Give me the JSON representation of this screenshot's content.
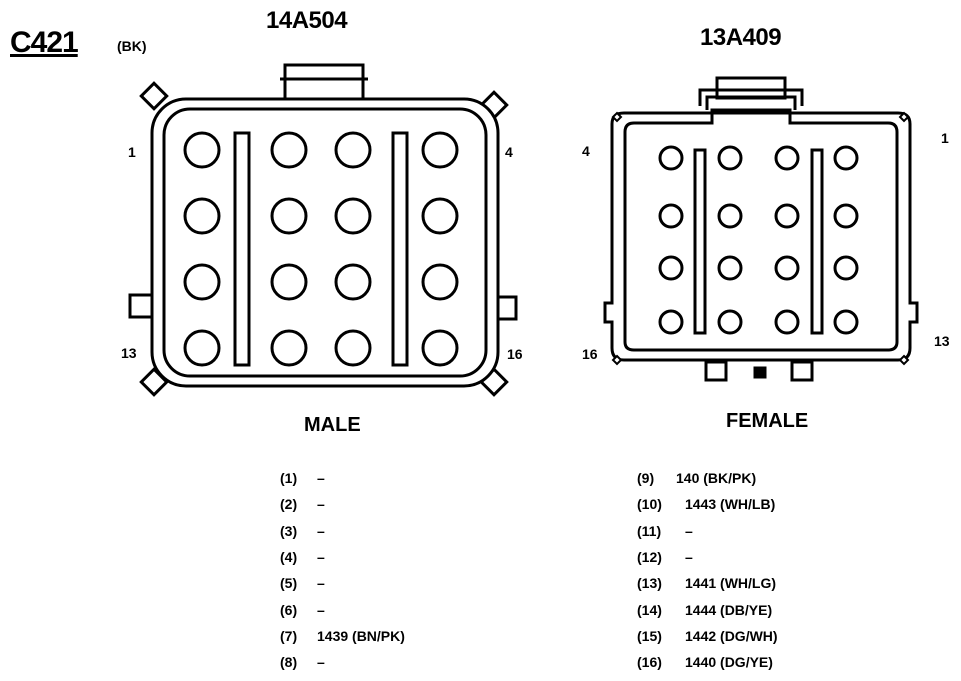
{
  "connector": {
    "id": "C421",
    "color": "(BK)"
  },
  "male": {
    "part_number": "14A504",
    "label": "MALE",
    "corner_labels": {
      "top_left": "1",
      "top_right": "4",
      "bottom_left": "13",
      "bottom_right": "16"
    }
  },
  "female": {
    "part_number": "13A409",
    "label": "FEMALE",
    "corner_labels": {
      "top_left": "4",
      "top_right": "1",
      "bottom_left": "16",
      "bottom_right": "13"
    }
  },
  "pinout_left": [
    {
      "pin": "(1)",
      "value": "–"
    },
    {
      "pin": "(2)",
      "value": "–"
    },
    {
      "pin": "(3)",
      "value": "–"
    },
    {
      "pin": "(4)",
      "value": "–"
    },
    {
      "pin": "(5)",
      "value": "–"
    },
    {
      "pin": "(6)",
      "value": "–"
    },
    {
      "pin": "(7)",
      "value": "1439 (BN/PK)"
    },
    {
      "pin": "(8)",
      "value": "–"
    }
  ],
  "pinout_right": [
    {
      "pin": "(9)",
      "value": "140 (BK/PK)"
    },
    {
      "pin": "(10)",
      "value": "1443 (WH/LB)"
    },
    {
      "pin": "(11)",
      "value": "–"
    },
    {
      "pin": "(12)",
      "value": "–"
    },
    {
      "pin": "(13)",
      "value": "1441 (WH/LG)"
    },
    {
      "pin": "(14)",
      "value": "1444 (DB/YE)"
    },
    {
      "pin": "(15)",
      "value": "1442 (DG/WH)"
    },
    {
      "pin": "(16)",
      "value": "1440 (DG/YE)"
    }
  ]
}
